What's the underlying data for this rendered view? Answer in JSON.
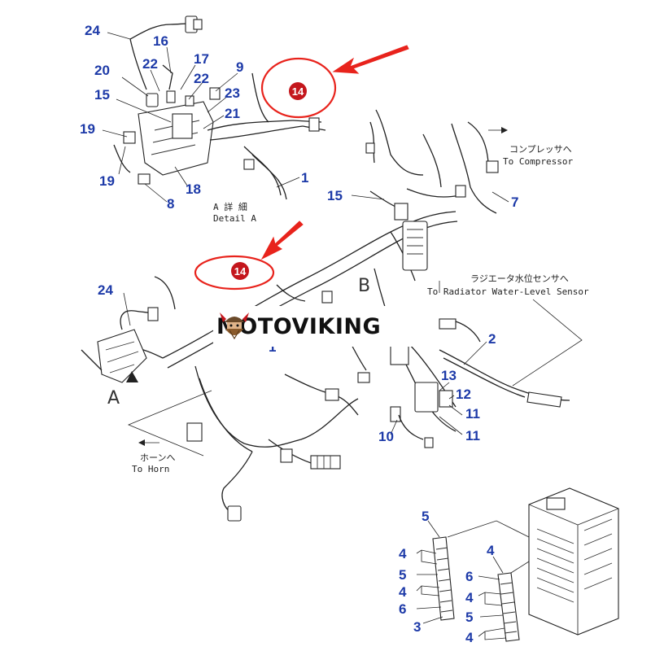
{
  "diagram": {
    "callouts": {
      "c24_top": "24",
      "c16": "16",
      "c17": "17",
      "c9": "9",
      "c20": "20",
      "c22a": "22",
      "c22b": "22",
      "c23": "23",
      "c15_top": "15",
      "c21": "21",
      "c19a": "19",
      "c19b": "19",
      "c18": "18",
      "c8": "8",
      "c1_top": "1",
      "c15_mid": "15",
      "c7": "7",
      "c24_main": "24",
      "c1_main": "1",
      "c2": "2",
      "c13": "13",
      "c12": "12",
      "c11a": "11",
      "c11b": "11",
      "c10": "10",
      "c5a": "5",
      "c4a": "4",
      "c5b": "5",
      "c4b": "4",
      "c6a": "6",
      "c3": "3",
      "c4c": "4",
      "c6b": "6",
      "c4d": "4",
      "c5c": "5",
      "c4e": "4"
    },
    "highlight_badges": {
      "top": "14",
      "middle": "14"
    },
    "notes": {
      "detail_a_jp": "A 詳 細",
      "detail_a_en": "Detail A",
      "compressor_jp": "コンプレッサへ",
      "compressor_en": "To Compressor",
      "radiator_jp": "ラジエータ水位センサへ",
      "radiator_en": "To Radiator Water-Level Sensor",
      "horn_jp": "ホーンへ",
      "horn_en": "To Horn"
    },
    "view_letters": {
      "a": "A",
      "b": "B"
    },
    "accent_color": "#e8231c",
    "callout_color": "#1d3aa8"
  },
  "watermark": {
    "brand": "MOTOVIKING",
    "icon": "viking-head-icon"
  }
}
